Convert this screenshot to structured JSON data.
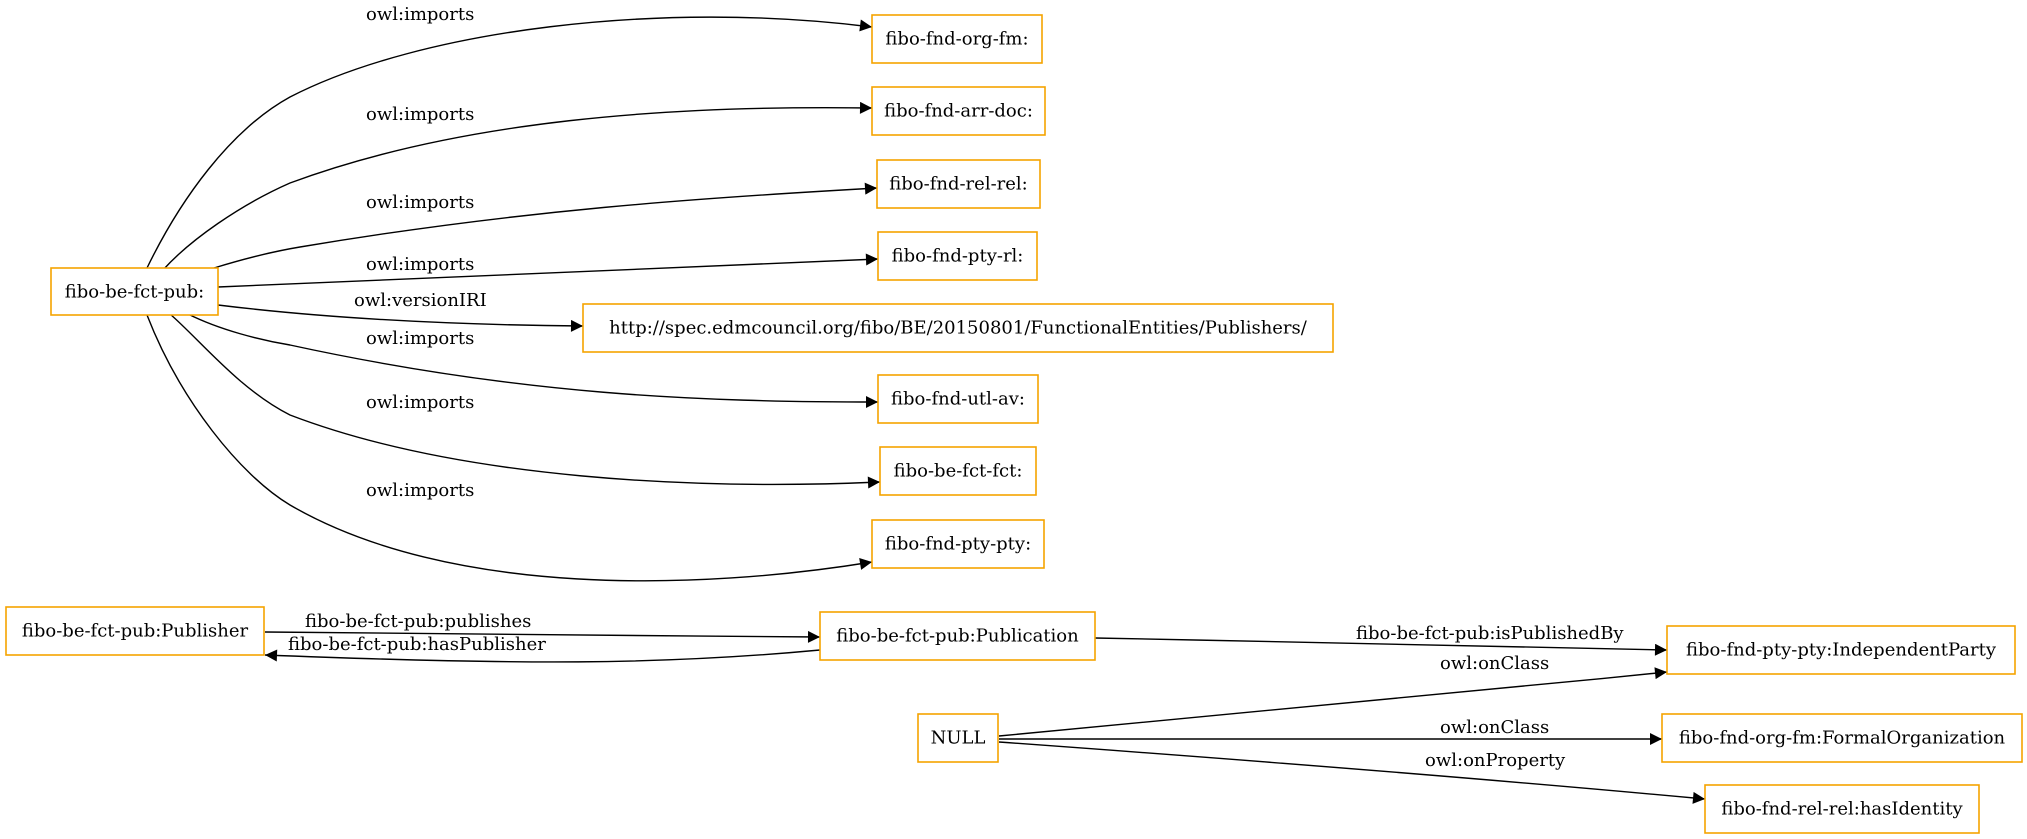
{
  "nodes": {
    "pub_ontology": "fibo-be-fct-pub:",
    "org_fm": "fibo-fnd-org-fm:",
    "arr_doc": "fibo-fnd-arr-doc:",
    "rel_rel": "fibo-fnd-rel-rel:",
    "pty_rl": "fibo-fnd-pty-rl:",
    "version_iri": "http://spec.edmcouncil.org/fibo/BE/20150801/FunctionalEntities/Publishers/",
    "utl_av": "fibo-fnd-utl-av:",
    "fct_fct": "fibo-be-fct-fct:",
    "pty_pty": "fibo-fnd-pty-pty:",
    "publisher": "fibo-be-fct-pub:Publisher",
    "publication": "fibo-be-fct-pub:Publication",
    "independent_party": "fibo-fnd-pty-pty:IndependentParty",
    "null_node": "NULL",
    "formal_org": "fibo-fnd-org-fm:FormalOrganization",
    "has_identity": "fibo-fnd-rel-rel:hasIdentity"
  },
  "edges": {
    "imports_org_fm": "owl:imports",
    "imports_arr_doc": "owl:imports",
    "imports_rel_rel": "owl:imports",
    "imports_pty_rl": "owl:imports",
    "version_iri": "owl:versionIRI",
    "imports_utl_av": "owl:imports",
    "imports_fct_fct": "owl:imports",
    "imports_pty_pty": "owl:imports",
    "publishes": "fibo-be-fct-pub:publishes",
    "has_publisher": "fibo-be-fct-pub:hasPublisher",
    "is_published_by": "fibo-be-fct-pub:isPublishedBy",
    "on_class_independent": "owl:onClass",
    "on_class_formal": "owl:onClass",
    "on_property": "owl:onProperty"
  },
  "colors": {
    "node_border": "#f5a300",
    "edge": "#000000"
  }
}
